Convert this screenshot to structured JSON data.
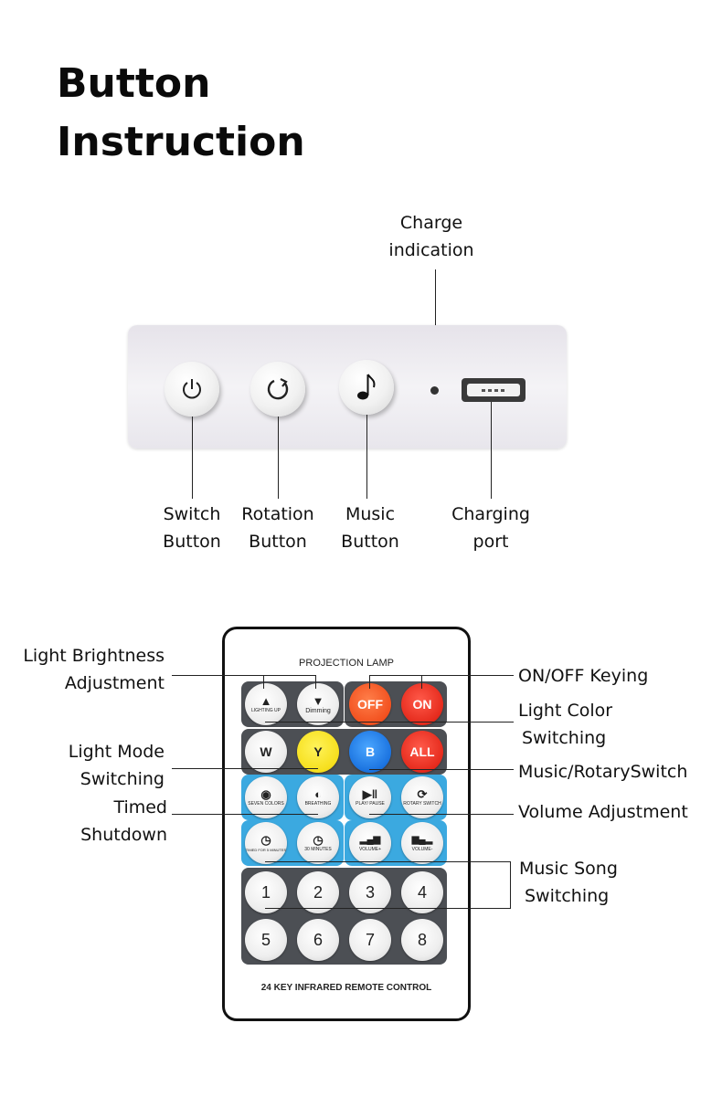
{
  "title": {
    "line1": "Button",
    "line2": "Instruction"
  },
  "device": {
    "charge_indication": {
      "line1": "Charge",
      "line2": "indication"
    },
    "buttons": [
      {
        "line1": "Switch",
        "line2": "Button",
        "icon": "power-icon"
      },
      {
        "line1": "Rotation",
        "line2": "Button",
        "icon": "rotate-icon"
      },
      {
        "line1": "Music",
        "line2": "Button",
        "icon": "music-note-icon"
      },
      {
        "line1": "Charging",
        "line2": "port",
        "icon": "usb-port-icon"
      }
    ]
  },
  "remote": {
    "header": "PROJECTION LAMP",
    "footer": "24 KEY INFRARED REMOTE CONTROL",
    "keys": {
      "lighting_up": "LIGHTING UP",
      "dimming": "Dimming",
      "off": "OFF",
      "on": "ON",
      "w": "W",
      "y": "Y",
      "b": "B",
      "all": "ALL",
      "seven_colors": "SEVEN COLORS",
      "breathing": "BREATHING",
      "play_pause": "PLAY/ PAUSE",
      "rotary_switch": "ROTARY SWITCH",
      "timed_5": "TIMED FOR 5 MINUTES",
      "timed_30": "30 MINUTES",
      "volume_up": "VOLUME+",
      "volume_down": "VOLUME-",
      "numbers": [
        "1",
        "2",
        "3",
        "4",
        "5",
        "6",
        "7",
        "8"
      ]
    },
    "callouts_left": {
      "brightness": {
        "line1": "Light Brightness",
        "line2": "Adjustment"
      },
      "mode": {
        "line1": "Light Mode",
        "line2": "Switching"
      },
      "timed": {
        "line1": "Timed",
        "line2": "Shutdown"
      }
    },
    "callouts_right": {
      "onoff": "ON/OFF Keying",
      "color": {
        "line1": "Light Color",
        "line2": "Switching"
      },
      "music_rotary": "Music/RotarySwitch",
      "volume": "Volume Adjustment",
      "song": {
        "line1": "Music Song",
        "line2": "Switching"
      }
    }
  },
  "colors": {
    "key_red": "#e52a1c",
    "key_orange": "#f2501e",
    "key_yellow": "#f6df1c",
    "key_blue": "#1a72df",
    "group_dark": "#4c4f54",
    "group_blue": "#3ba9e0"
  }
}
